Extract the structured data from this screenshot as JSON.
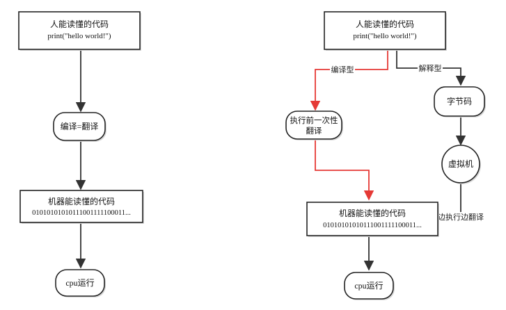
{
  "left": {
    "source": {
      "line1": "人能读懂的代码",
      "line2": "print(\"hello world!\")"
    },
    "compile": "编译=翻译",
    "machine": {
      "line1": "机器能读懂的代码",
      "line2": "01010101010111001111100011..."
    },
    "run": "cpu运行"
  },
  "right": {
    "source": {
      "line1": "人能读懂的代码",
      "line2": "print(\"hello world!\")"
    },
    "compiled_label": "编译型",
    "interpreted_label": "解释型",
    "once": {
      "line1": "执行前一次性",
      "line2": "翻译"
    },
    "bytecode": "字节码",
    "vm": "虚拟机",
    "interp_edge_label": "边执行边翻译",
    "machine": {
      "line1": "机器能读懂的代码",
      "line2": "01010101010111001111100011..."
    },
    "run": "cpu运行"
  },
  "colors": {
    "compiled_edge": "#e53935",
    "default_edge": "#333333",
    "node_stroke": "#222222"
  }
}
